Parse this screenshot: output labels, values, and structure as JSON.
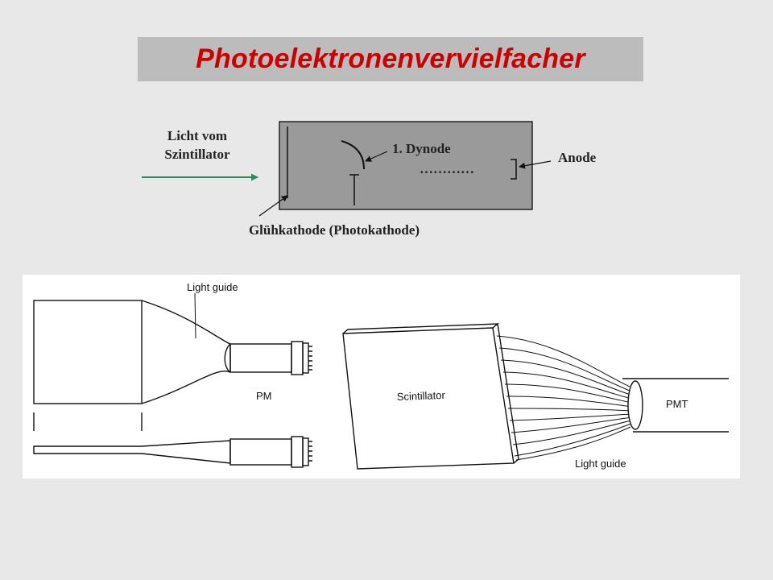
{
  "title": "Photoelektronenvervielfacher",
  "schematic": {
    "light_label_line1": "Licht vom",
    "light_label_line2": "Szintillator",
    "dynode_label": "1. Dynode",
    "dots": "…………",
    "anode_label": "Anode",
    "cathode_label": "Glühkathode (Photokathode)"
  },
  "drawing": {
    "light_guide_top": "Light guide",
    "pm_label": "PM",
    "scintillator_label": "Scintillator",
    "pmt_label": "PMT",
    "light_guide_bottom": "Light guide"
  },
  "colors": {
    "background": "#e8e8e8",
    "title_bar": "#bcbcbc",
    "title_text": "#cc0000",
    "tube_fill": "#9a9a9a",
    "light_arrow": "#2e8b57"
  }
}
